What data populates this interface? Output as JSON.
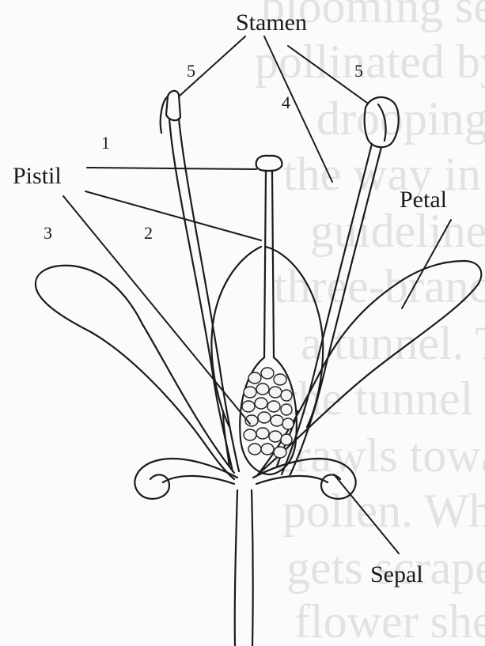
{
  "labels": {
    "stamen": "Stamen",
    "pistil": "Pistil",
    "petal": "Petal",
    "sepal": "Sepal"
  },
  "numbers": {
    "anther_left": "5",
    "anther_right": "5",
    "stigma": "1",
    "style": "2",
    "ovary": "3",
    "filament": "4"
  },
  "background_text": [
    "blooming season and will",
    "pollinated by bees. It attr",
    "drooping appearance has c",
    "the way in the nectar",
    "guidelines. In the center",
    "three-branched pistil l",
    "a tunnel. The bee burrow",
    "the tunnel is a hidden",
    "crawls toward the tunnel",
    "pollen. When she goes to",
    "gets scraped off her back",
    "flower she enters."
  ]
}
